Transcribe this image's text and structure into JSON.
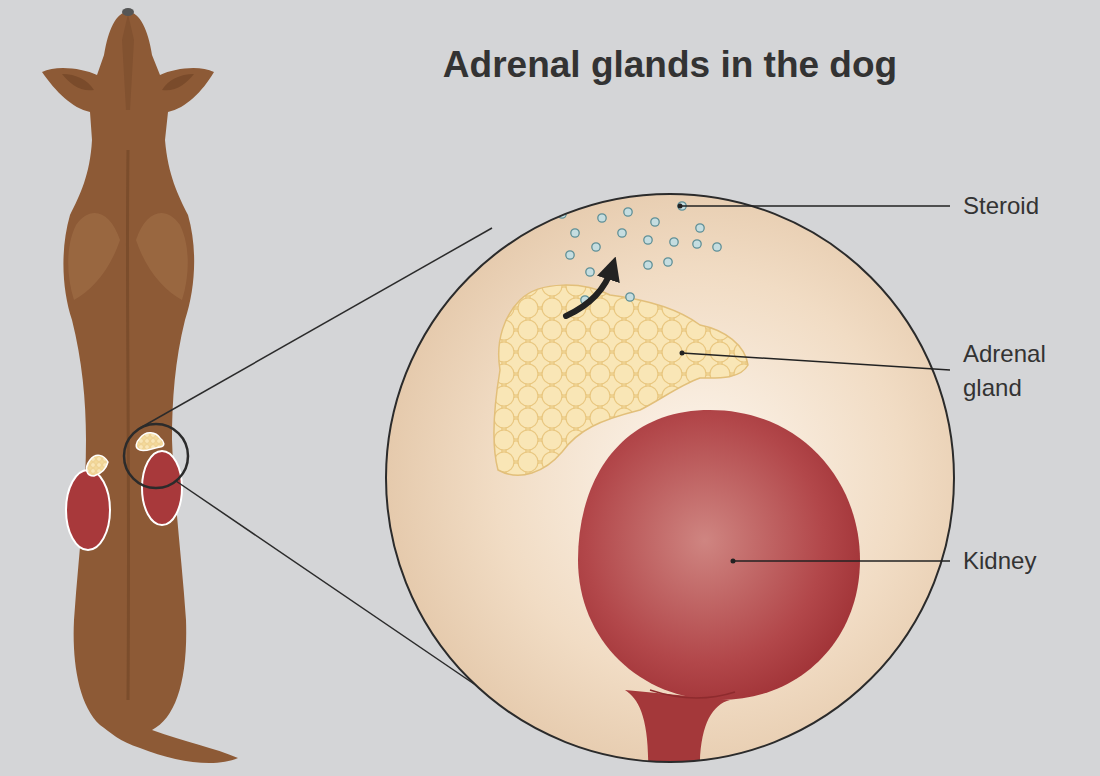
{
  "diagram": {
    "title": "Adrenal glands in the dog",
    "labels": [
      "Steroid",
      "Adrenal gland",
      "Kidney"
    ]
  }
}
